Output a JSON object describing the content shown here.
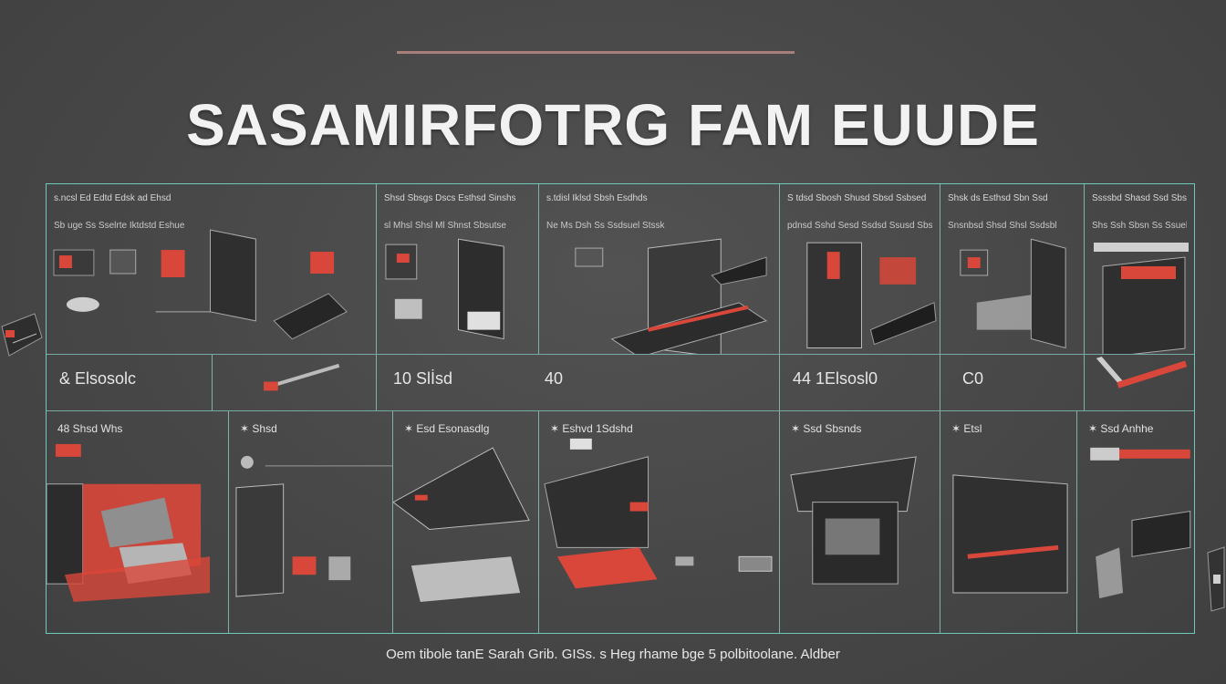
{
  "title": "SASAMIRFOTRG FAM EUUDE",
  "footer": "Oem tibole tanE Sarah Grib. GISs. s Heg rhame bge 5 polbitoolane. Aldber",
  "colors": {
    "background": "#4a4a4a",
    "grid_line": "#6fc8bd",
    "accent_red": "#d9473a",
    "title_text": "#f2f2f2"
  },
  "top_row": [
    {
      "caption1": "s.ncsl Ed Edtd Edsk ad Ehsd",
      "caption2": "Sb uge Ss Sselrte Iktdstd Eshue"
    },
    {
      "caption1": "Shsd Sbsgs Dscs Esthsd Sinshs",
      "caption2": "sl Mhsl Shsl Ml Shnst Sbsutse"
    },
    {
      "caption1": "s.tdisl Iklsd Sbsh Esdhds",
      "caption2": "Ne Ms Dsh Ss Ssdsuel Stssk"
    },
    {
      "caption1": "S tdsd Sbosh Shusd Sbsd Ssbsed",
      "caption2": "pdnsd Sshd Sesd Ssdsd Ssusd Sbsd"
    },
    {
      "caption1": "Shsk ds Esthsd Sbn Ssd",
      "caption2": "Snsnbsd Shsd Shsl Ssdsbl"
    },
    {
      "caption1": "Ssssbd Shasd Ssd Sbsd Ssuhd",
      "caption2": "Shs Ssh Sbsn Ss Ssuel Ssbsl"
    }
  ],
  "mid_row": [
    {
      "text": "& Elsosolc"
    },
    {
      "text": "10  Slİsd"
    },
    {
      "text": "40"
    },
    {
      "text": "44 1Elsosl0"
    },
    {
      "text": "C0"
    },
    {
      "text": ""
    }
  ],
  "bottom_row": [
    {
      "label": "48 Shsd Whs"
    },
    {
      "label": "✶ Shsd"
    },
    {
      "label": "✶ Esd Esonasdlg"
    },
    {
      "label": "✶ Eshvd 1Sdshd"
    },
    {
      "label": "✶ Ssd Sbsnds"
    },
    {
      "label": "✶ Etsl"
    },
    {
      "label": "✶ Ssd Anhhe"
    }
  ]
}
